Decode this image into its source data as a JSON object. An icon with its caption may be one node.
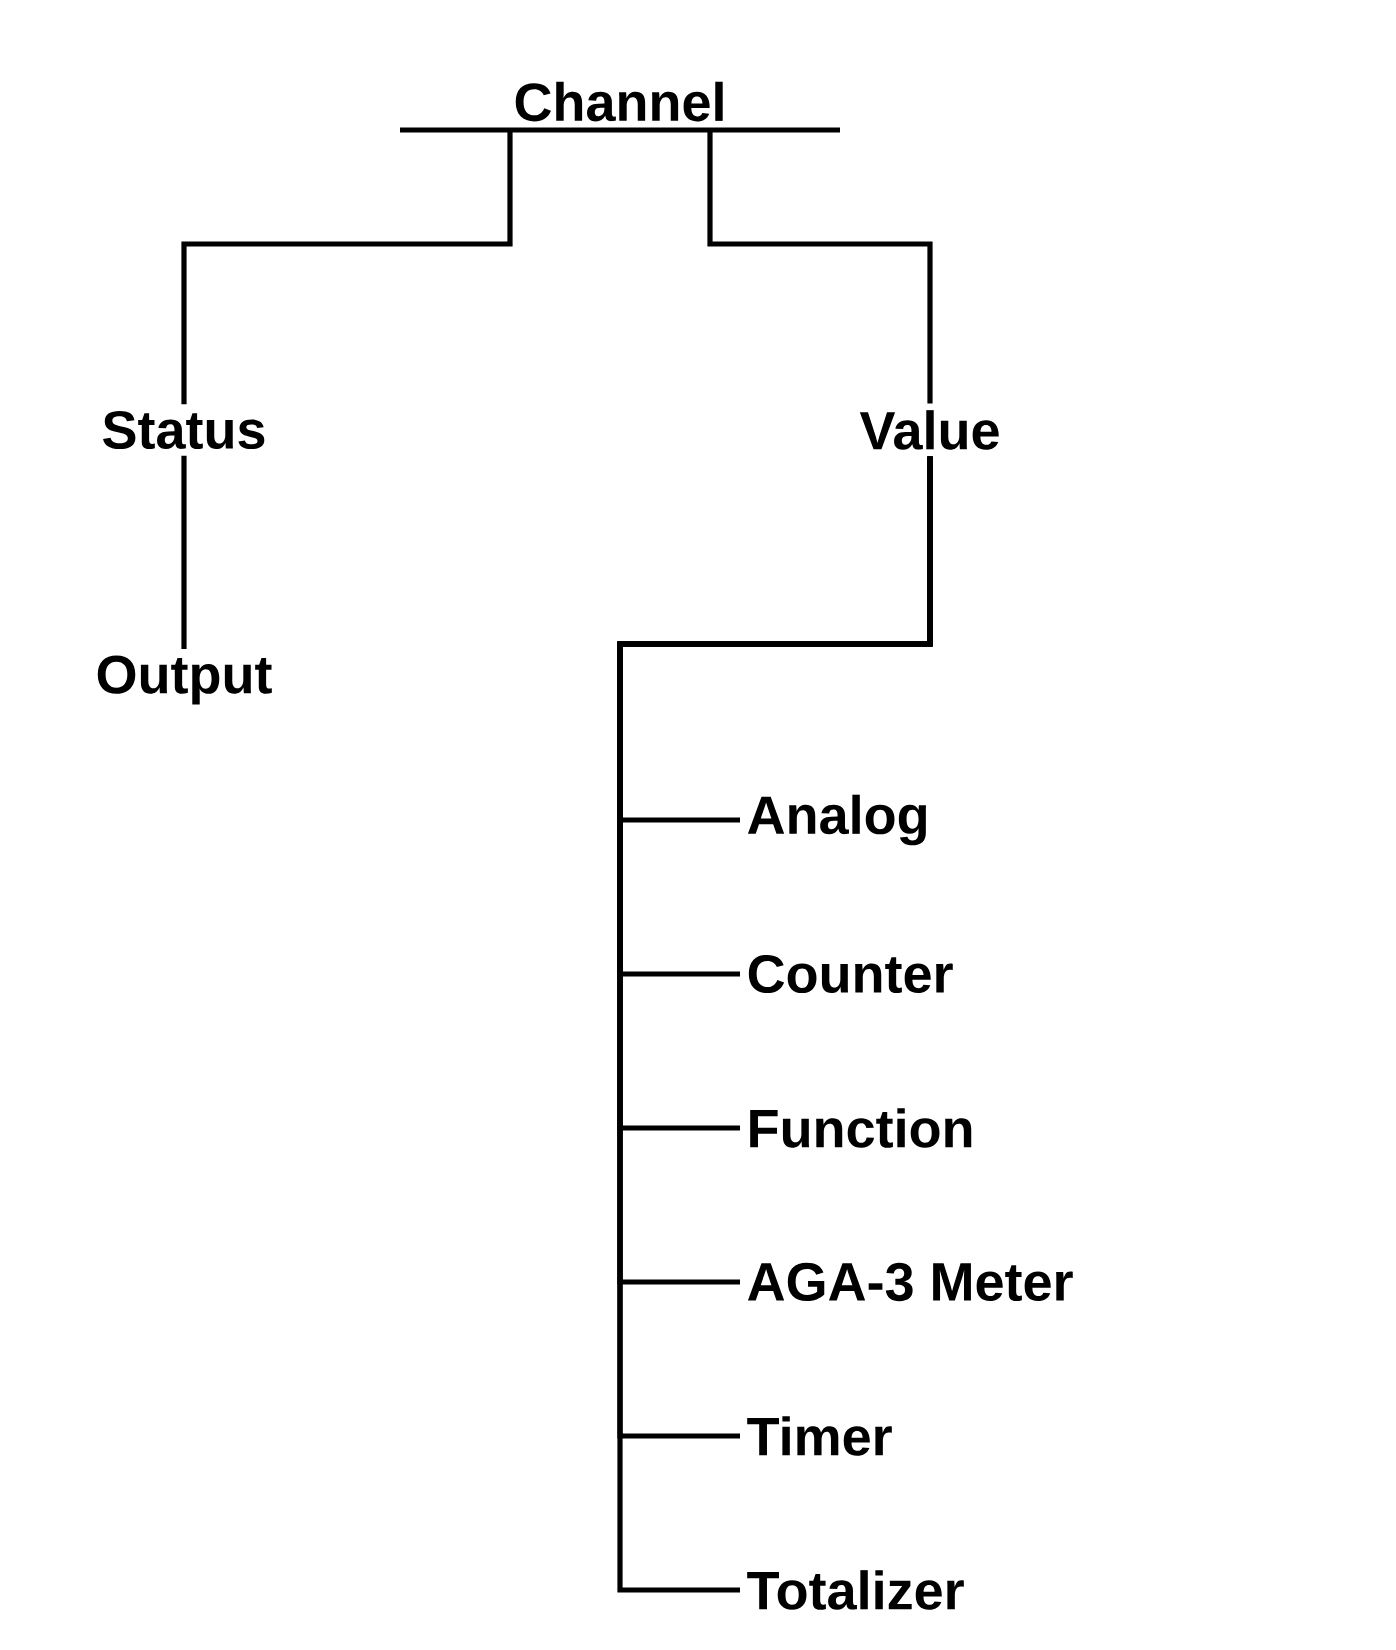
{
  "diagram": {
    "nodes": [
      {
        "text": [
          "Channel"
        ]
      },
      {
        "text": [
          "Status"
        ]
      },
      {
        "text": [
          "Value"
        ]
      },
      {
        "text": [
          "Output"
        ]
      },
      {
        "text": [
          "Analog"
        ]
      },
      {
        "text": [
          "Counter"
        ]
      },
      {
        "text": [
          "Function"
        ]
      },
      {
        "text": [
          "AGA-3 Meter"
        ]
      },
      {
        "text": [
          "Timer"
        ]
      },
      {
        "text": [
          "Totalizer"
        ]
      }
    ],
    "edges": [
      {
        "from": 0,
        "to": 1,
        "arrow": "none"
      },
      {
        "from": 0,
        "to": 2,
        "arrow": "none"
      },
      {
        "from": 1,
        "to": 3,
        "arrow": "none"
      },
      {
        "from": 2,
        "to": 4,
        "arrow": "none"
      },
      {
        "from": 2,
        "to": 5,
        "arrow": "none"
      },
      {
        "from": 2,
        "to": 6,
        "arrow": "none"
      },
      {
        "from": 2,
        "to": 7,
        "arrow": "none"
      },
      {
        "from": 2,
        "to": 8,
        "arrow": "none"
      },
      {
        "from": 2,
        "to": 9,
        "arrow": "none"
      }
    ]
  }
}
